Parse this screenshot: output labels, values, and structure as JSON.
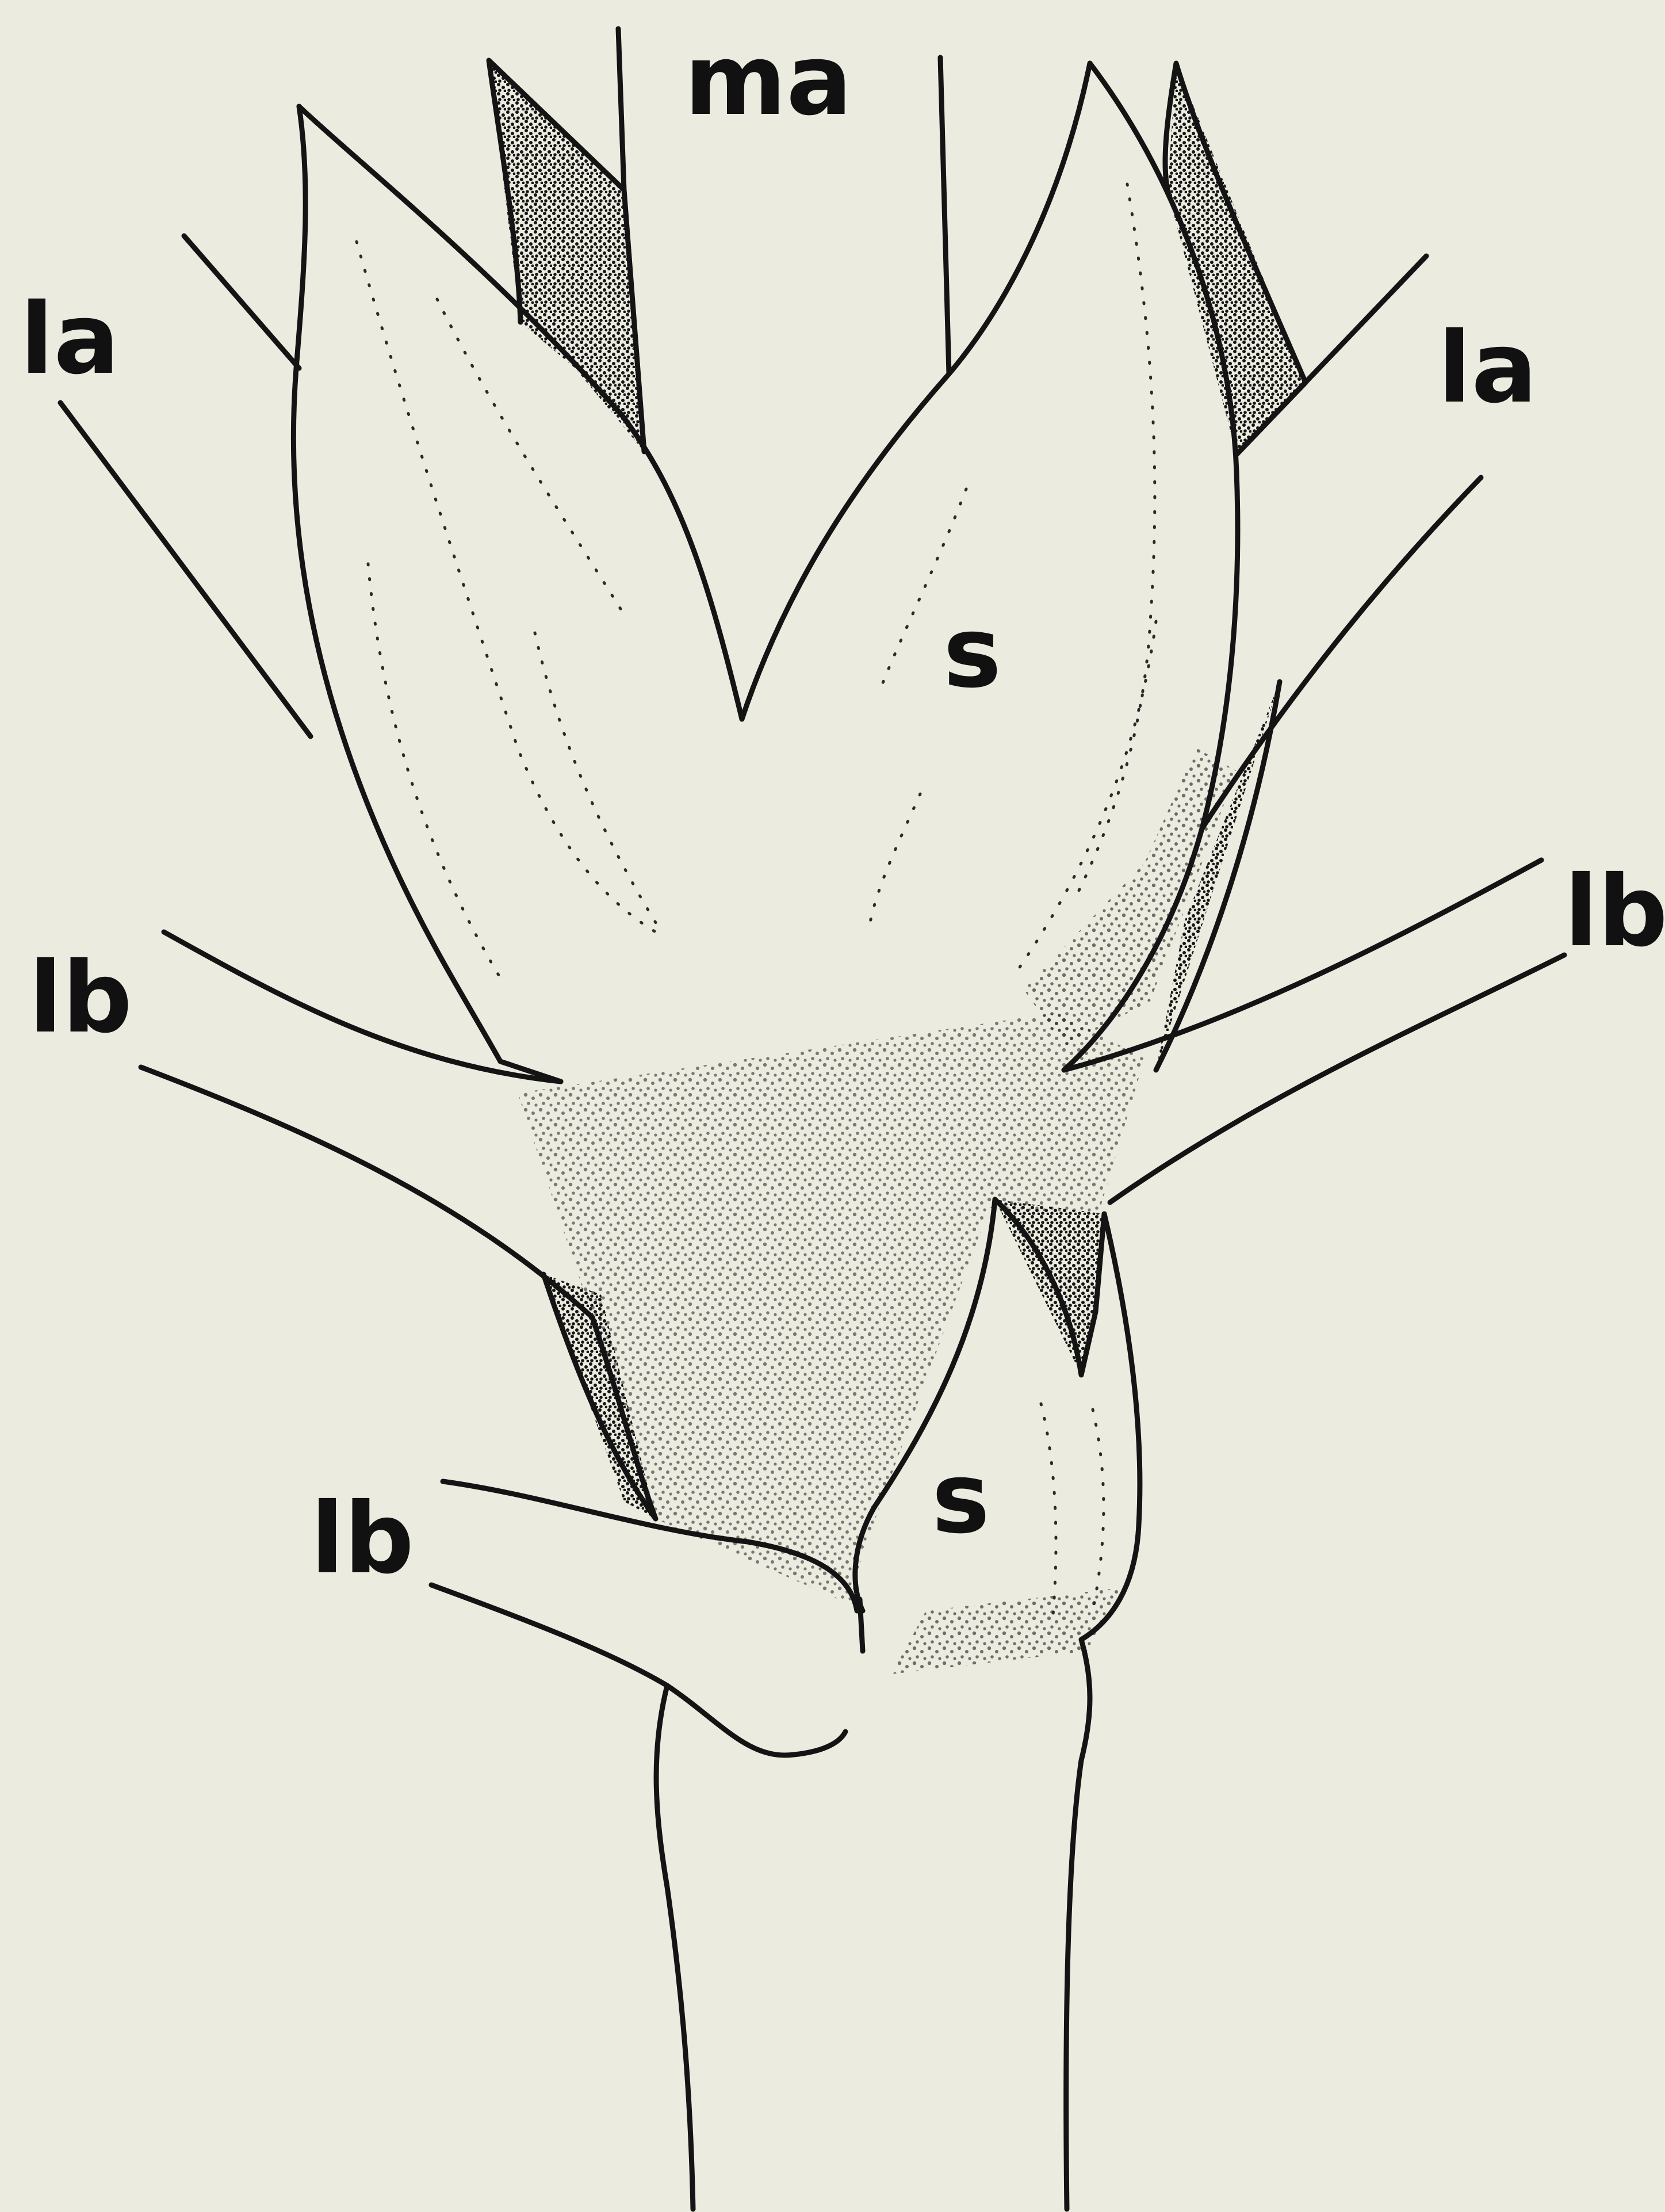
{
  "labels": {
    "ma": "ma",
    "la_left": "la",
    "la_right": "la",
    "lb_left_upper": "lb",
    "lb_right": "lb",
    "lb_left_lower": "lb",
    "s_upper": "s",
    "s_lower": "s"
  },
  "colors": {
    "paper": "#ecebe0",
    "ink": "#141414"
  }
}
